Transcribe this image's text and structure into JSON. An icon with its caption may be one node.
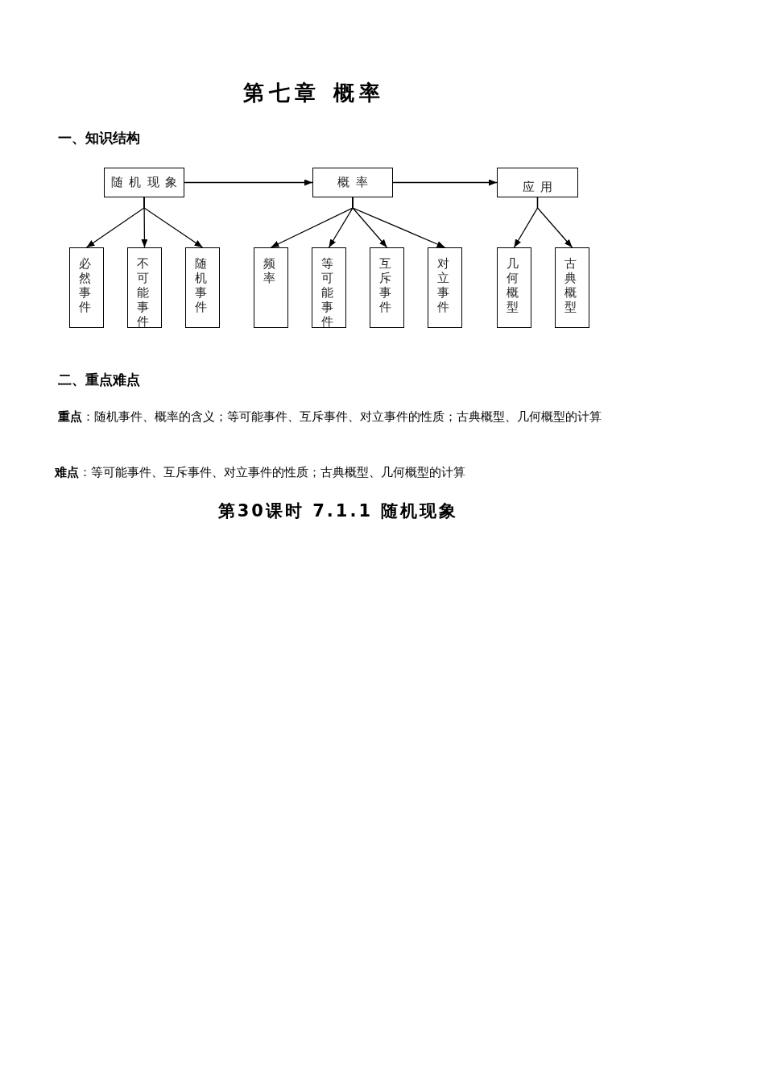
{
  "diagram": {
    "title": "第七章 概率",
    "nodes": [
      {
        "text": [
          "随机现象"
        ]
      },
      {
        "text": [
          "概率"
        ]
      },
      {
        "text": [
          "应用"
        ]
      },
      {
        "text": [
          "必然事件"
        ]
      },
      {
        "text": [
          "不可能事件"
        ]
      },
      {
        "text": [
          "随机事件"
        ]
      },
      {
        "text": [
          "频率"
        ]
      },
      {
        "text": [
          "等可能事件"
        ]
      },
      {
        "text": [
          "互斥事件"
        ]
      },
      {
        "text": [
          "对立事件"
        ]
      },
      {
        "text": [
          "几何概型"
        ]
      },
      {
        "text": [
          "古典概型"
        ]
      }
    ],
    "edges": [
      {
        "from": 0,
        "to": 1,
        "arrow": "to"
      },
      {
        "from": 1,
        "to": 2,
        "arrow": "to"
      },
      {
        "from": 0,
        "to": 3,
        "arrow": "to"
      },
      {
        "from": 0,
        "to": 4,
        "arrow": "to"
      },
      {
        "from": 0,
        "to": 5,
        "arrow": "to"
      },
      {
        "from": 1,
        "to": 6,
        "arrow": "to"
      },
      {
        "from": 1,
        "to": 7,
        "arrow": "to"
      },
      {
        "from": 1,
        "to": 8,
        "arrow": "to"
      },
      {
        "from": 1,
        "to": 9,
        "arrow": "to"
      },
      {
        "from": 2,
        "to": 10,
        "arrow": "to"
      },
      {
        "from": 2,
        "to": 11,
        "arrow": "to"
      }
    ],
    "labels": [
      "一、知识结构",
      "二、重点难点",
      "**重点**：随机事件、概率的含义；等可能事件、互斥事件、对立事件的性质；古典概型、几何概型的计算",
      "**难点**：等可能事件、互斥事件、对立事件的性质；古典概型、几何概型的计算",
      "第30课时 7.1.1 随机现象"
    ]
  }
}
